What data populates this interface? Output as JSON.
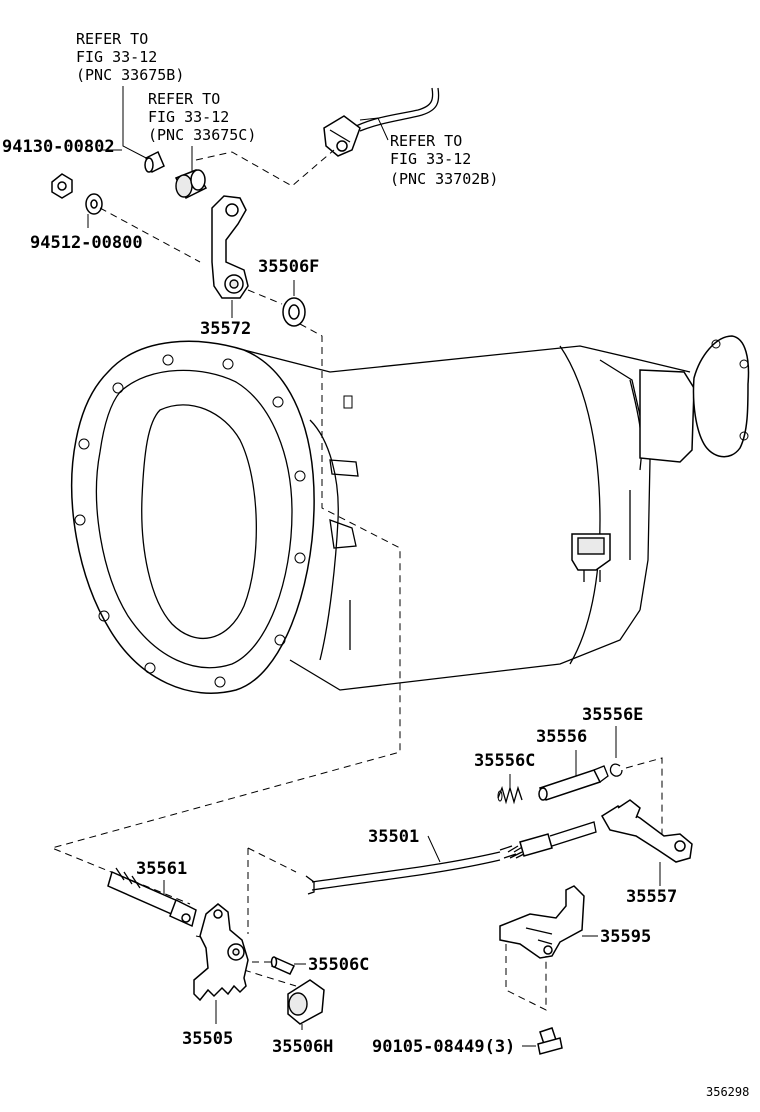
{
  "refs": {
    "ref1": [
      "REFER TO",
      "FIG 33-12",
      "(PNC 33675B)"
    ],
    "ref2": [
      "REFER TO",
      "FIG 33-12",
      "(PNC 33675C)"
    ],
    "ref3": [
      "REFER TO",
      "FIG 33-12",
      "(PNC 33702B)"
    ]
  },
  "parts": {
    "p94130": "94130-00802",
    "p94512": "94512-00800",
    "p35506F": "35506F",
    "p35572": "35572",
    "p35556E": "35556E",
    "p35556": "35556",
    "p35556C": "35556C",
    "p35501": "35501",
    "p35557": "35557",
    "p35561": "35561",
    "p35595": "35595",
    "p35506C": "35506C",
    "p35505": "35505",
    "p35506H": "35506H",
    "p90105": "90105-08449(3)"
  },
  "figure_id": "356298"
}
